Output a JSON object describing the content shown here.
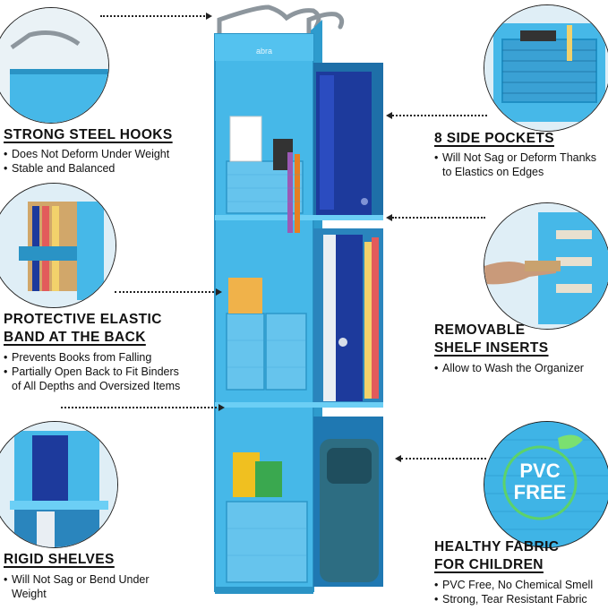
{
  "brand_mark": "abra",
  "features": {
    "hooks": {
      "title": "STRONG STEEL HOOKS",
      "bullets": [
        "Does Not Deform Under Weight",
        "Stable and Balanced"
      ]
    },
    "elastic": {
      "title_line1": "PROTECTIVE ELASTIC",
      "title_line2": "BAND AT THE BACK",
      "bullets": [
        "Prevents Books from Falling",
        "Partially Open Back to Fit Binders of All Depths and Oversized Items"
      ]
    },
    "shelves": {
      "title": "RIGID SHELVES",
      "bullets": [
        "Will Not Sag or Bend Under Weight"
      ]
    },
    "pockets": {
      "title": "8 SIDE POCKETS",
      "bullets": [
        "Will Not Sag or Deform Thanks to Elastics on Edges"
      ]
    },
    "inserts": {
      "title_line1": "REMOVABLE",
      "title_line2": "SHELF INSERTS",
      "bullets": [
        "Allow to Wash the Organizer"
      ]
    },
    "fabric": {
      "title_line1": "HEALTHY FABRIC",
      "title_line2": "FOR CHILDREN",
      "bullets": [
        "PVC Free, No Chemical Smell",
        "Strong, Tear Resistant Fabric"
      ]
    }
  },
  "badge": {
    "line1": "PVC",
    "line2": "FREE"
  },
  "colors": {
    "fabric": "#3fb4e6",
    "fabric_dark": "#1f8fc4",
    "binder": "#1d3a9c",
    "steel": "#9aa3aa"
  }
}
